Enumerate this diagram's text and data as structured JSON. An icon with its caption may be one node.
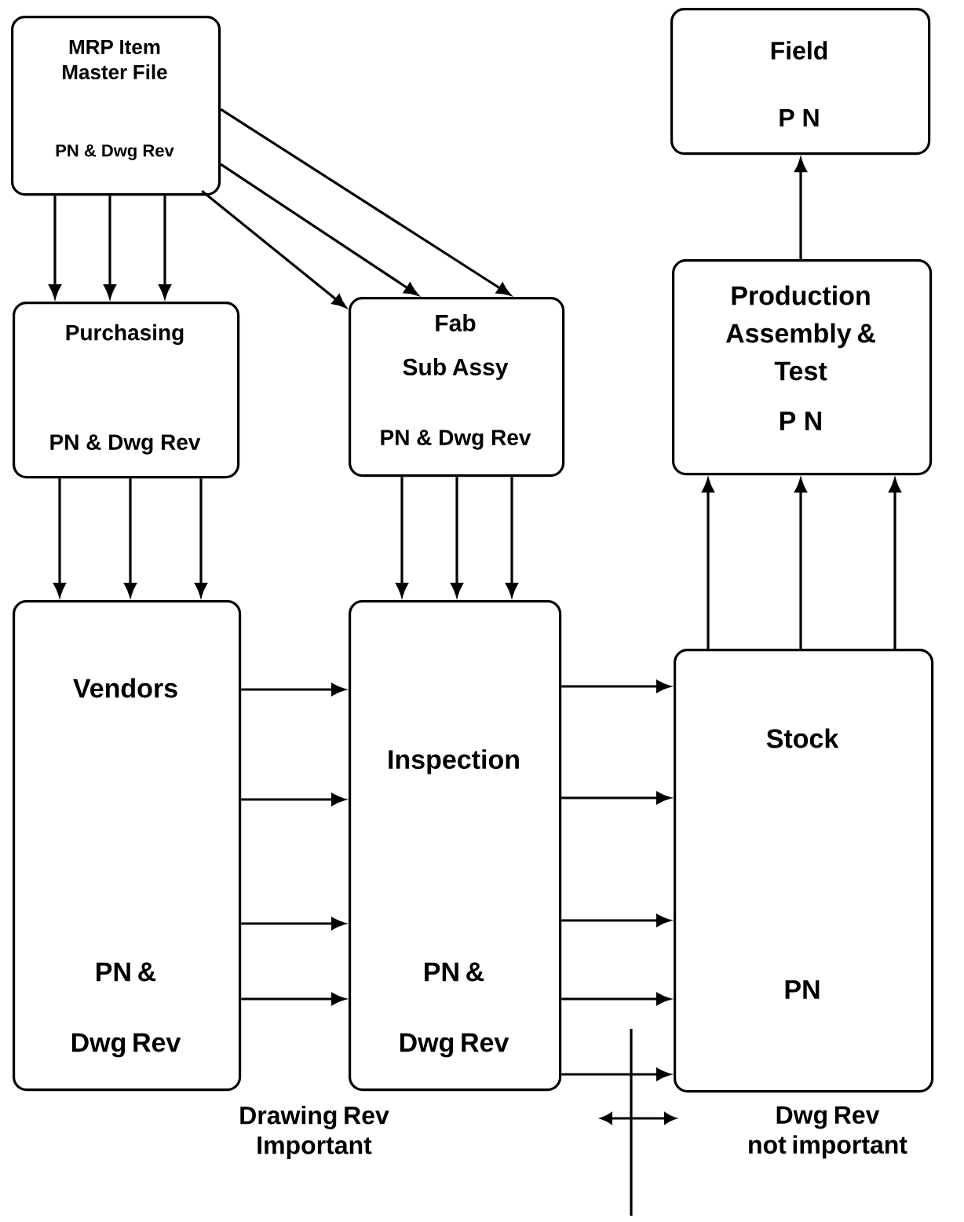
{
  "diagram": {
    "nodes": [
      {
        "text": [
          "MRP Item Master File",
          "PN & Dwg Rev"
        ]
      },
      {
        "text": [
          "Purchasing",
          "PN & Dwg Rev"
        ]
      },
      {
        "text": [
          "Fab Sub Assy",
          "PN & Dwg Rev"
        ]
      },
      {
        "text": [
          "Field",
          "P N"
        ]
      },
      {
        "text": [
          "Production Assembly & Test",
          "P N"
        ]
      },
      {
        "text": [
          "Vendors",
          "PN & Dwg Rev"
        ]
      },
      {
        "text": [
          "Inspection",
          "PN & Dwg Rev"
        ]
      },
      {
        "text": [
          "Stock",
          "PN"
        ]
      }
    ],
    "edges": [
      {
        "from": 0,
        "to": 1,
        "arrow": "to"
      },
      {
        "from": 0,
        "to": 1,
        "arrow": "to"
      },
      {
        "from": 0,
        "to": 1,
        "arrow": "to"
      },
      {
        "from": 0,
        "to": 2,
        "arrow": "to"
      },
      {
        "from": 0,
        "to": 2,
        "arrow": "to"
      },
      {
        "from": 0,
        "to": 2,
        "arrow": "to"
      },
      {
        "from": 1,
        "to": 5,
        "arrow": "to"
      },
      {
        "from": 1,
        "to": 5,
        "arrow": "to"
      },
      {
        "from": 1,
        "to": 5,
        "arrow": "to"
      },
      {
        "from": 2,
        "to": 6,
        "arrow": "to"
      },
      {
        "from": 2,
        "to": 6,
        "arrow": "to"
      },
      {
        "from": 2,
        "to": 6,
        "arrow": "to"
      },
      {
        "from": 5,
        "to": 6,
        "arrow": "to"
      },
      {
        "from": 5,
        "to": 6,
        "arrow": "to"
      },
      {
        "from": 5,
        "to": 6,
        "arrow": "to"
      },
      {
        "from": 5,
        "to": 6,
        "arrow": "to"
      },
      {
        "from": 6,
        "to": 7,
        "arrow": "to"
      },
      {
        "from": 6,
        "to": 7,
        "arrow": "to"
      },
      {
        "from": 6,
        "to": 7,
        "arrow": "to"
      },
      {
        "from": 6,
        "to": 7,
        "arrow": "to"
      },
      {
        "from": 6,
        "to": 7,
        "arrow": "to"
      },
      {
        "from": 7,
        "to": 4,
        "arrow": "to"
      },
      {
        "from": 7,
        "to": 4,
        "arrow": "to"
      },
      {
        "from": 7,
        "to": 4,
        "arrow": "to"
      },
      {
        "from": 4,
        "to": 3,
        "arrow": "to"
      }
    ],
    "labels": [
      "Drawing Rev Important",
      "Dwg Rev not important"
    ]
  }
}
